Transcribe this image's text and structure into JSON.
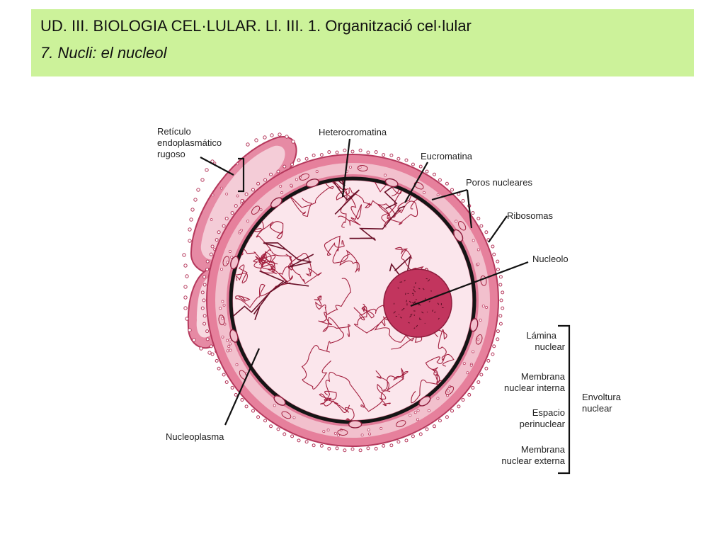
{
  "header": {
    "title": "UD. III. BIOLOGIA CEL·LULAR. Ll. III. 1. Organització cel·lular",
    "subtitle": "7. Nucli: el nucleol"
  },
  "colors": {
    "header_bg": "#ccf29a",
    "membrane": "#d9607f",
    "membrane_light": "#f2c4d0",
    "nucleoplasm": "#fbe6ec",
    "chromatin": "#a3203f",
    "nucleolus": "#c2355e",
    "line": "#111111"
  },
  "diagram": {
    "labels": {
      "reticulo_l1": "Retículo",
      "reticulo_l2": "endoplasmático",
      "reticulo_l3": "rugoso",
      "heterocromatina": "Heterocromatina",
      "eucromatina": "Eucromatina",
      "poros": "Poros nucleares",
      "ribosomas": "Ribosomas",
      "nucleolo": "Nucleolo",
      "lamina_l1": "Lámina",
      "lamina_l2": "nuclear",
      "mem_int_l1": "Membrana",
      "mem_int_l2": "nuclear interna",
      "espacio_l1": "Espacio",
      "espacio_l2": "perinuclear",
      "mem_ext_l1": "Membrana",
      "mem_ext_l2": "nuclear externa",
      "envoltura_l1": "Envoltura",
      "envoltura_l2": "nuclear",
      "nucleoplasma": "Nucleoplasma"
    }
  }
}
